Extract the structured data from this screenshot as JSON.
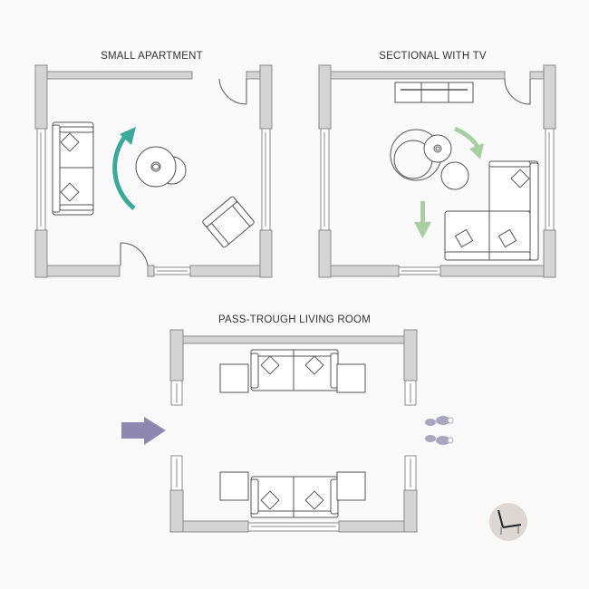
{
  "plans": [
    {
      "title": "SMALL APARTMENT",
      "arrow_color": "#3aa89a",
      "arrow": "curved-rotate-clockwise-up"
    },
    {
      "title": "SECTIONAL WITH TV",
      "arrow_color": "#a8cfa2",
      "arrow": "curved-and-down-arrows"
    },
    {
      "title": "PASS-TROUGH LIVING ROOM",
      "arrow_color": "#8e88b0",
      "arrow": "right-arrow-with-footprints"
    }
  ],
  "colors": {
    "wall_fill": "#d4d4d4",
    "wall_stroke": "#8a8a8a",
    "teal_arrow": "#3aa89a",
    "green_arrow": "#a8cfa2",
    "purple_arrow": "#8e88b0",
    "footprints": "#a9a6c0",
    "badge_bg": "#ddd8d3"
  },
  "badge": {
    "icon": "lounge-chair-icon"
  }
}
